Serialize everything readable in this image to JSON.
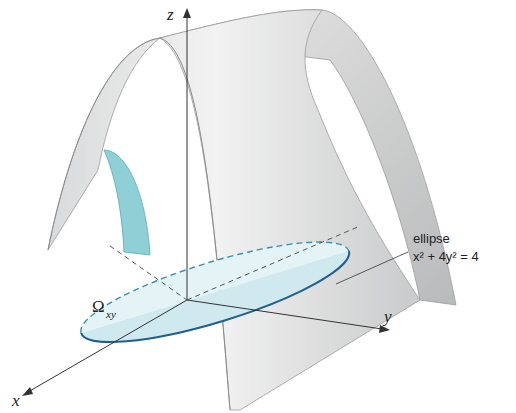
{
  "diagram": {
    "labels": [
      "z",
      "y",
      "x",
      "ellipse",
      "x² + 4y² = 4",
      "Ω",
      "xy"
    ]
  }
}
